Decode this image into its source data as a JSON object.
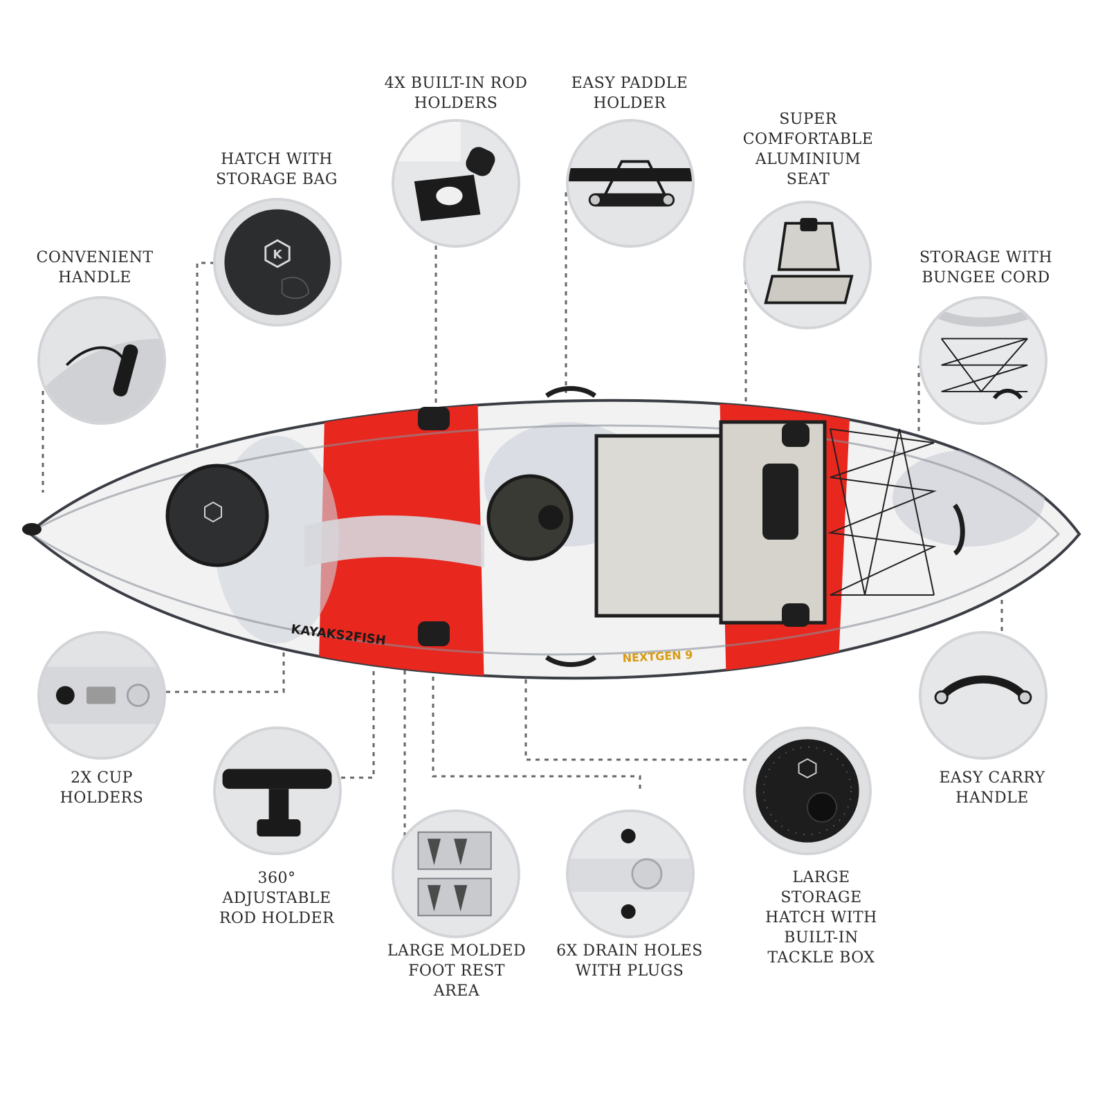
{
  "features": [
    {
      "id": "convenient-handle",
      "lines": [
        "CONVENIENT",
        "HANDLE"
      ],
      "icon": "bow-handle-icon"
    },
    {
      "id": "hatch-storage-bag",
      "lines": [
        "HATCH WITH",
        "STORAGE BAG"
      ],
      "icon": "round-hatch-icon"
    },
    {
      "id": "rod-holders",
      "lines": [
        "4X BUILT-IN ROD",
        "HOLDERS"
      ],
      "icon": "flush-rod-holder-icon"
    },
    {
      "id": "paddle-holder",
      "lines": [
        "EASY PADDLE",
        "HOLDER"
      ],
      "icon": "paddle-strap-icon"
    },
    {
      "id": "aluminium-seat",
      "lines": [
        "SUPER",
        "COMFORTABLE",
        "ALUMINIUM",
        "SEAT"
      ],
      "icon": "seat-icon"
    },
    {
      "id": "bungee-storage",
      "lines": [
        "STORAGE WITH",
        "BUNGEE CORD"
      ],
      "icon": "bungee-cord-icon"
    },
    {
      "id": "cup-holders",
      "lines": [
        "2X CUP",
        "HOLDERS"
      ],
      "icon": "cup-holder-icon"
    },
    {
      "id": "adjustable-rod-holder",
      "lines": [
        "360°",
        "ADJUSTABLE",
        "ROD HOLDER"
      ],
      "icon": "adjustable-rod-holder-icon"
    },
    {
      "id": "foot-rest",
      "lines": [
        "LARGE MOLDED",
        "FOOT REST",
        "AREA"
      ],
      "icon": "foot-rest-icon"
    },
    {
      "id": "drain-holes",
      "lines": [
        "6X DRAIN HOLES",
        "WITH PLUGS"
      ],
      "icon": "drain-plug-icon"
    },
    {
      "id": "tackle-hatch",
      "lines": [
        "LARGE",
        "STORAGE",
        "HATCH WITH",
        "BUILT-IN",
        "TACKLE BOX"
      ],
      "icon": "tackle-hatch-icon"
    },
    {
      "id": "carry-handle",
      "lines": [
        "EASY CARRY",
        "HANDLE"
      ],
      "icon": "carry-handle-icon"
    }
  ],
  "kayak": {
    "brand": "KAYAKS2FISH",
    "model": "NEXTGEN 9",
    "hatch_logo": "K",
    "colors": {
      "red": "#e8271e",
      "white": "#f4f4f4",
      "navy": "#1f2a44",
      "charcoal": "#2b2b2b"
    }
  }
}
